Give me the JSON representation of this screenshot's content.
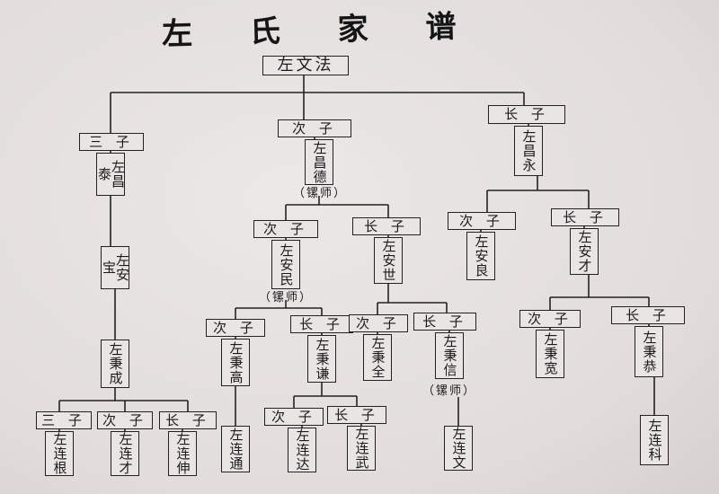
{
  "title": "左 氏 家 谱",
  "root": "左文法",
  "labels": {
    "ci": "次 子",
    "zhang": "长 子",
    "san": "三 子"
  },
  "persons": {
    "changtai": "左昌泰",
    "changde": "左昌德",
    "changyong": "左昌永",
    "anbao": "左安宝",
    "anmin": "左安民",
    "anshi": "左安世",
    "anliang": "左安良",
    "ancai": "左安才",
    "bingcheng": "左秉成",
    "binggao": "左秉高",
    "bingqian": "左秉谦",
    "bingquan": "左秉全",
    "bingxin": "左秉信",
    "bingkuan": "左秉宽",
    "binggong": "左秉恭",
    "liangen": "左连根",
    "liancai": "左连才",
    "lianshen": "左连伸",
    "liantong": "左连通",
    "lianda": "左连达",
    "lianwu": "左连武",
    "lianwen": "左连文",
    "lianke": "左连科"
  },
  "notes": {
    "changde": "（镙师）",
    "anmin": "（镙师）",
    "bingxin": "（镙师）"
  }
}
